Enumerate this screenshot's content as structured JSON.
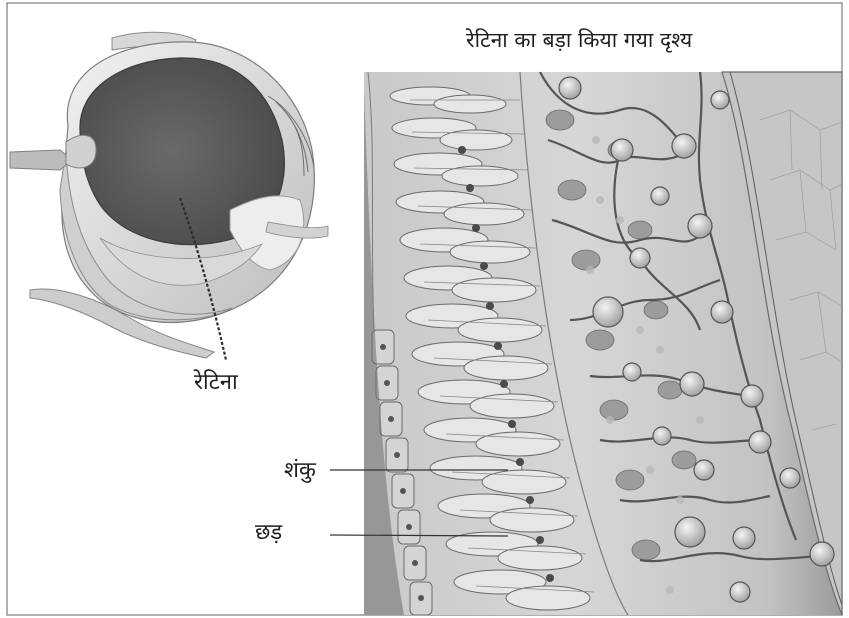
{
  "figure": {
    "title": "रेटिना का बड़ा किया गया दृश्य",
    "labels": {
      "retina": "रेटिना",
      "cone": "शंकु",
      "rod": "छड़"
    }
  }
}
